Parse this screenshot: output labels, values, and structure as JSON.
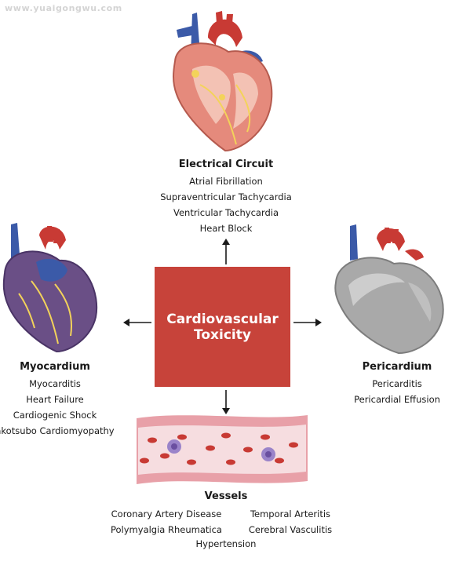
{
  "watermark": "www.yuaigongwu.com",
  "center": {
    "label": "Cardiovascular Toxicity"
  },
  "electrical": {
    "title": "Electrical Circuit",
    "items": [
      "Atrial Fibrillation",
      "Supraventricular Tachycardia",
      "Ventricular Tachycardia",
      "Heart Block"
    ]
  },
  "myocardium": {
    "title": "Myocardium",
    "items": [
      "Myocarditis",
      "Heart Failure",
      "Cardiogenic Shock",
      "akotsubo Cardiomyopathy"
    ]
  },
  "pericardium": {
    "title": "Pericardium",
    "items": [
      "Pericarditis",
      "Pericardial Effusion"
    ]
  },
  "vessels": {
    "title": "Vessels",
    "col1": [
      "Coronary Artery Disease",
      "Polymyalgia Rheumatica"
    ],
    "col2": [
      "Temporal Arteritis",
      "Cerebral Vasculitis"
    ],
    "last": "Hypertension"
  },
  "colors": {
    "center_box": "#c7433a",
    "vessel_wall": "#e8a0a8",
    "artery_red": "#c83a34",
    "vein_blue": "#3b5aa8"
  }
}
